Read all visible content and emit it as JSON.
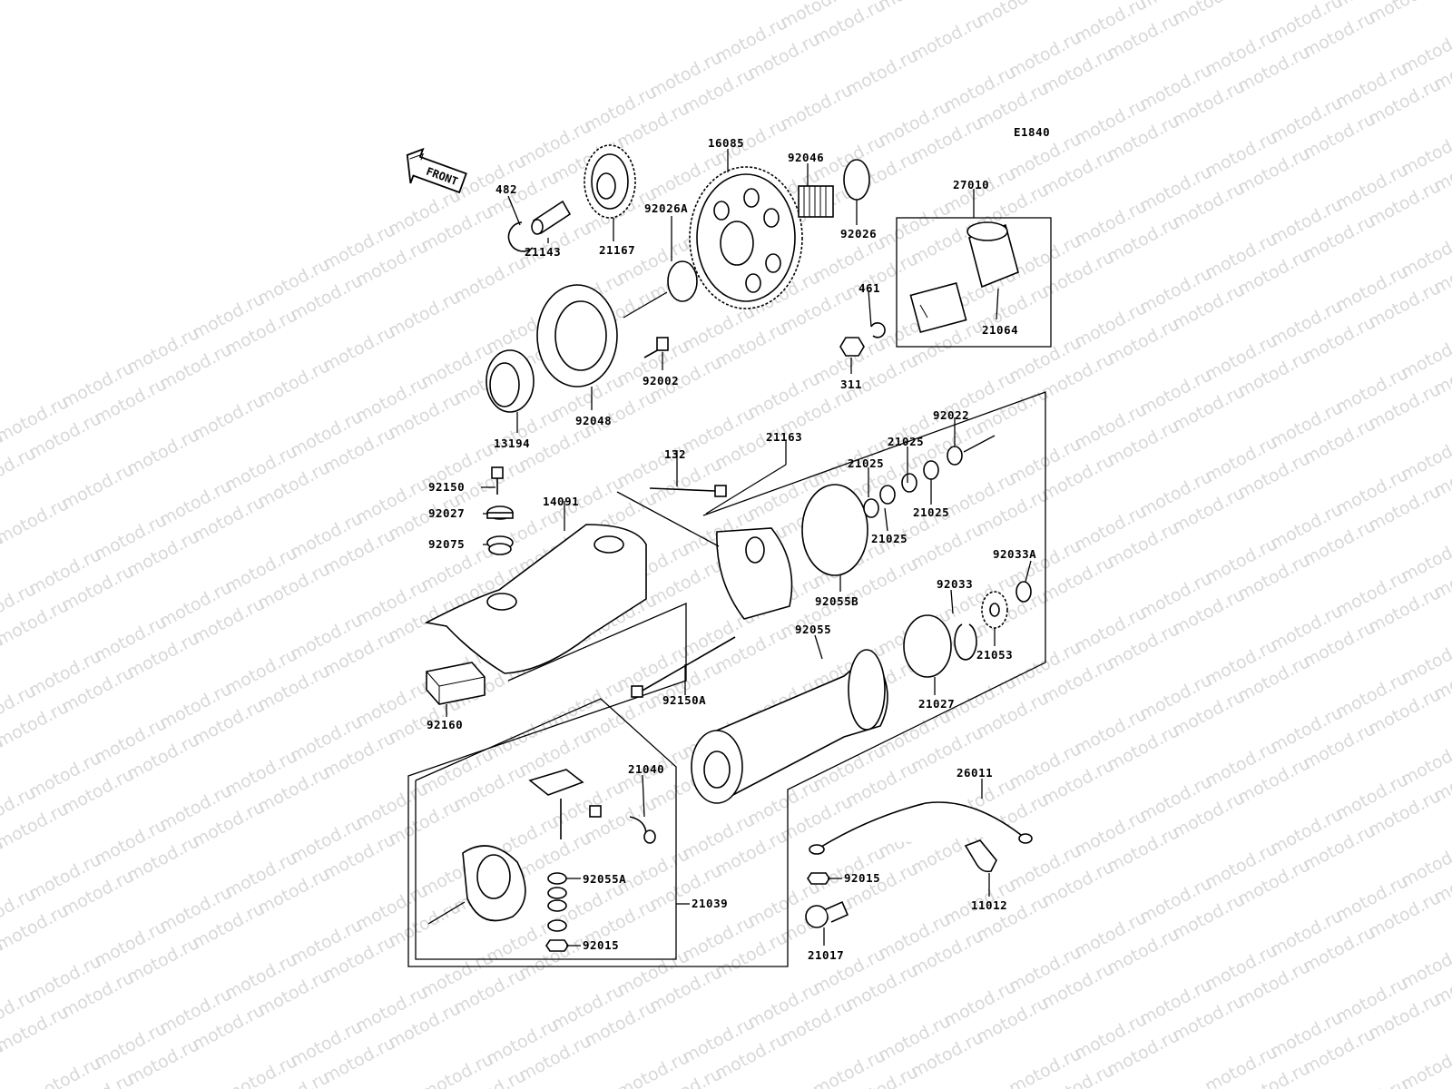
{
  "diagram": {
    "code": "E1840",
    "front_arrow_label": "FRONT",
    "watermark": "motod.ru",
    "labels": {
      "p482": "482",
      "p21143": "21143",
      "p21167": "21167",
      "p16085": "16085",
      "p92046": "92046",
      "p92026": "92026",
      "p92026a": "92026A",
      "p27010": "27010",
      "p461": "461",
      "p311": "311",
      "p21064": "21064",
      "p92002": "92002",
      "p92048": "92048",
      "p13194": "13194",
      "p132": "132",
      "p21163": "21163",
      "p21025a": "21025",
      "p21025b": "21025",
      "p21025c": "21025",
      "p21025d": "21025",
      "p92022": "92022",
      "p92150": "92150",
      "p92027": "92027",
      "p14091": "14091",
      "p92075": "92075",
      "p92055b": "92055B",
      "p92033": "92033",
      "p92033a": "92033A",
      "p21053": "21053",
      "p92055": "92055",
      "p21027": "21027",
      "p92150a": "92150A",
      "p92160": "92160",
      "p21040": "21040",
      "p92055a": "92055A",
      "p21039": "21039",
      "p92015a": "92015",
      "p92015b": "92015",
      "p26011": "26011",
      "p11012": "11012",
      "p21017": "21017"
    }
  }
}
